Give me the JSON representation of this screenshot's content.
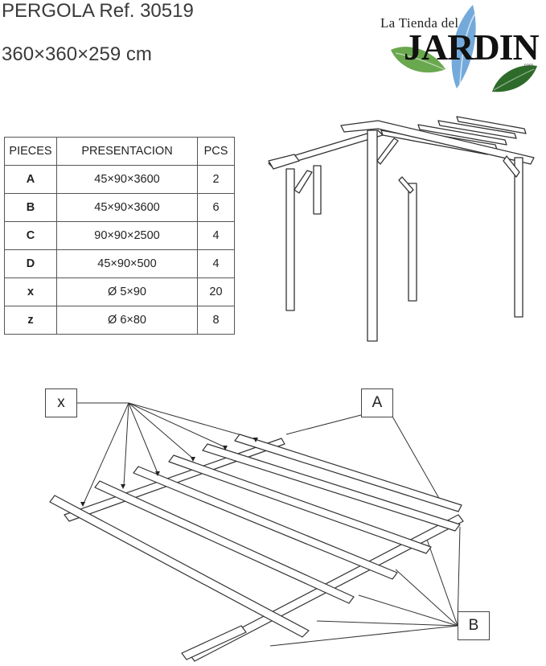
{
  "header": {
    "title": "PERGOLA Ref. 30519",
    "dimensions": "360×360×259 cm"
  },
  "logo": {
    "small_text": "La Tienda del",
    "big_text": "JARDIN",
    "suffix": ".com",
    "colors": {
      "blue": "#5b9bd5",
      "green": "#5a9a3a",
      "dark_green": "#2e6b2a"
    }
  },
  "table": {
    "headers": [
      "PIECES",
      "PRESENTACION",
      "PCS"
    ],
    "rows": [
      {
        "piece": "A",
        "presentation": "45×90×3600",
        "pcs": "2"
      },
      {
        "piece": "B",
        "presentation": "45×90×3600",
        "pcs": "6"
      },
      {
        "piece": "C",
        "presentation": "90×90×2500",
        "pcs": "4"
      },
      {
        "piece": "D",
        "presentation": "45×90×500",
        "pcs": "4"
      },
      {
        "piece": "x",
        "presentation": "Ø 5×90",
        "pcs": "20"
      },
      {
        "piece": "z",
        "presentation": "Ø 6×80",
        "pcs": "8"
      }
    ]
  },
  "callouts": {
    "x": "x",
    "a": "A",
    "b": "B"
  }
}
